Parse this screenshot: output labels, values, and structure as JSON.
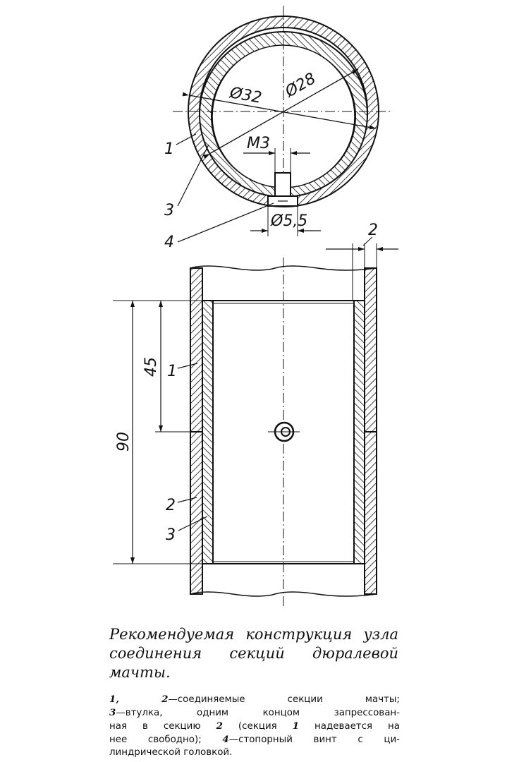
{
  "dimensions": {
    "outer_diameter": "Ø32",
    "inner_diameter": "Ø28",
    "screw_thread": "M3",
    "head_diameter": "Ø5,5",
    "wall_thickness": "2",
    "total_length": "90",
    "half_length": "45"
  },
  "labels": {
    "section_1": "1",
    "section_2": "2",
    "sleeve_3": "3",
    "screw_4": "4"
  },
  "caption": {
    "title": "Рекомендуемая конструкция узла соединения секций дюралевой мачты."
  },
  "legend": {
    "n1": "1,",
    "n2": "2",
    "t1": "—соединяемые секции мачты;",
    "n3": "3",
    "t2a": "—втулка, одним концом запрессован-",
    "t2b": "ная в секцию ",
    "n2b": "2",
    "t2c": " (секция ",
    "n1b": "1",
    "t2d": " надевается на",
    "t3a": "нее свободно); ",
    "n4": "4",
    "t3b": "—стопорный винт с ци-",
    "t4": "линдрической головкой."
  }
}
